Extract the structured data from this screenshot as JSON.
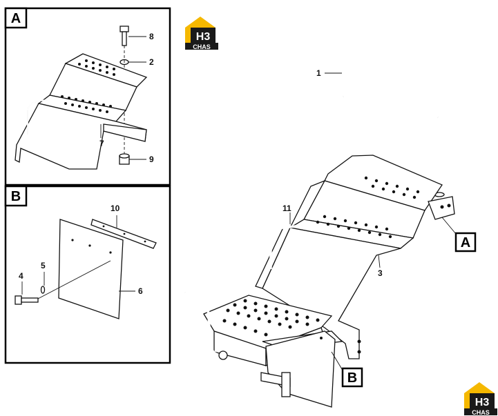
{
  "title": "",
  "logo": {
    "text": "H3",
    "subtext": "CHAS",
    "accent": "#f5b800",
    "dark": "#1a1a1a"
  },
  "detail_a": {
    "tag": "A"
  },
  "detail_b": {
    "tag": "B"
  },
  "main": {
    "callout_a": "A",
    "callout_b": "B"
  },
  "part_numbers": {
    "p1": "1",
    "p2": "2",
    "p3": "3",
    "p4": "4",
    "p5": "5",
    "p6": "6",
    "p7": "7",
    "p8": "8",
    "p9": "9",
    "p10": "10",
    "p11": "11"
  }
}
